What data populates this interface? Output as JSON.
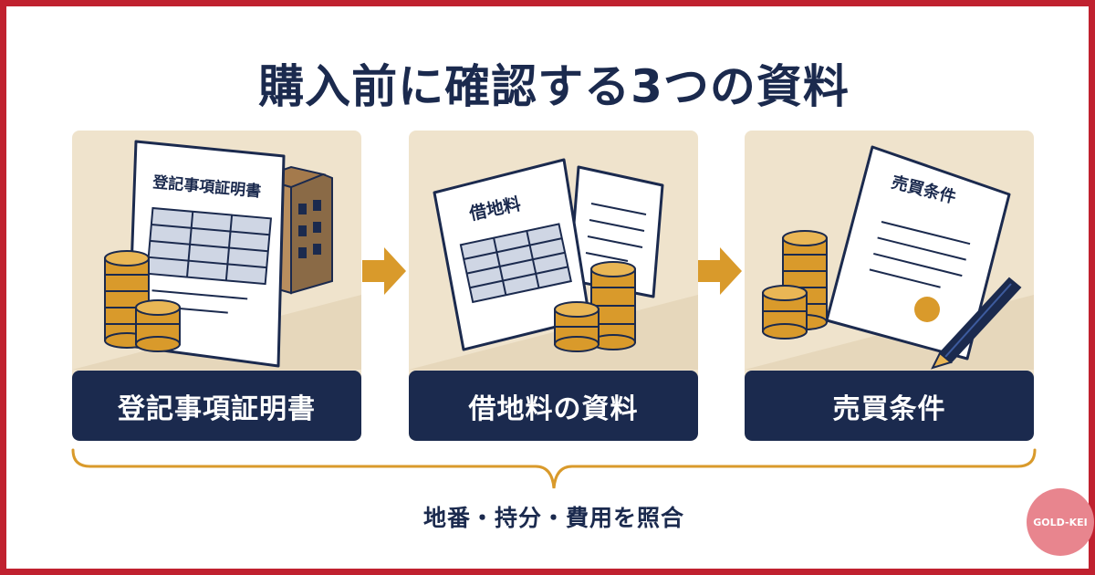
{
  "title": "購入前に確認する3つの資料",
  "cards": [
    {
      "doc_title": "登記事項証明書",
      "label": "登記事項証明書"
    },
    {
      "doc_title": "借地料",
      "label": "借地料の資料"
    },
    {
      "doc_title": "売買条件",
      "label": "売買条件"
    }
  ],
  "summary": "地番・持分・費用を照合",
  "logo": "GOLD-KEI",
  "colors": {
    "frame": "#c0212f",
    "navy": "#1b2a4e",
    "card_bg": "#efe3cc",
    "accent": "#d99a2b",
    "logo_bg": "#e8858e"
  }
}
